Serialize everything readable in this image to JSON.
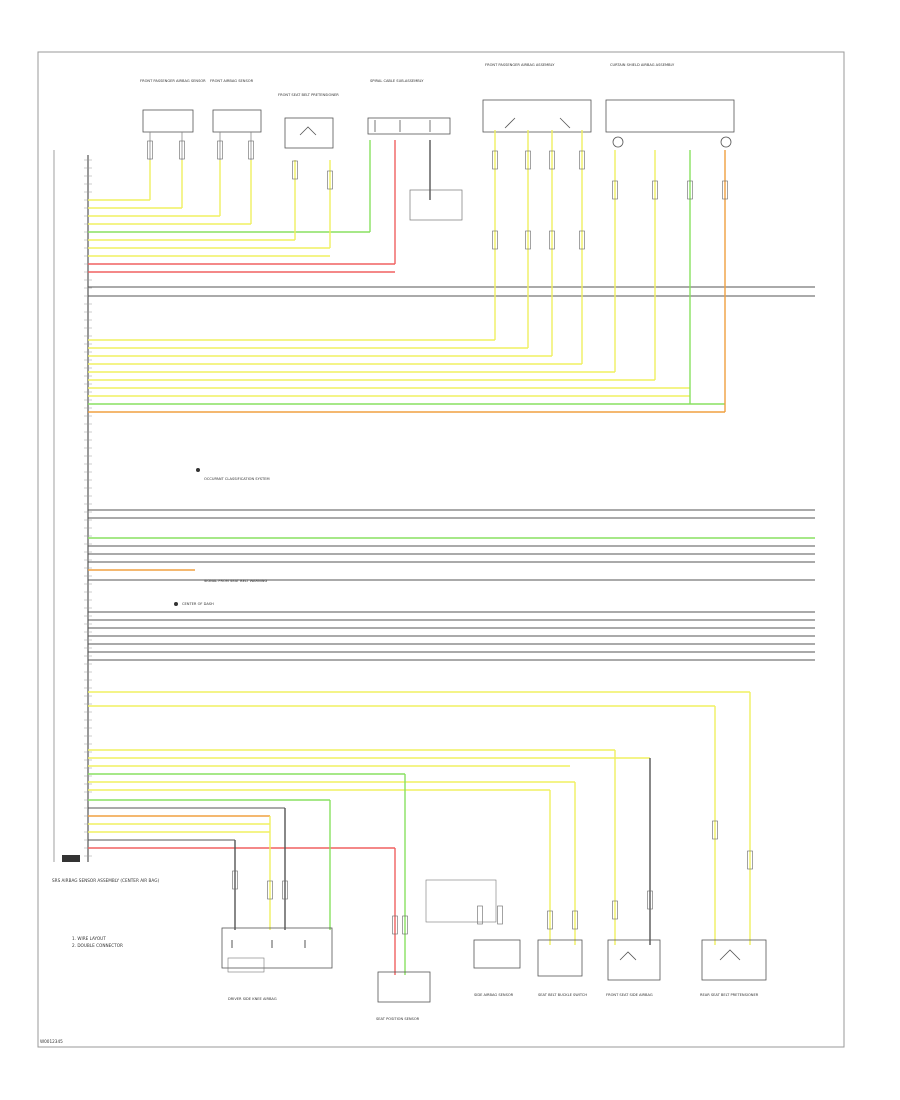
{
  "ecu_label": "SRS AIRBAG SENSOR ASSEMBLY (CENTER AIR BAG)",
  "figure_id": "W0012345",
  "legend": [
    "1. WIRE LAYOUT",
    "2. DOUBLE CONNECTOR"
  ],
  "top_components": [
    "FRONT PASSENGER AIRBAG SENSOR",
    "FRONT AIRBAG SENSOR",
    "FRONT SEAT BELT PRETENSIONER",
    "SPIRAL CABLE SUB-ASSEMBLY",
    "FRONT PASSENGER AIRBAG ASSEMBLY",
    "CURTAIN SHIELD AIRBAG ASSEMBLY"
  ],
  "bottom_components": [
    "DRIVER SIDE KNEE AIRBAG",
    "SEAT POSITION SENSOR",
    "SIDE AIRBAG SENSOR",
    "SEAT BELT BUCKLE SWITCH",
    "FRONT SEAT SIDE AIRBAG",
    "REAR SEAT BELT PRETENSIONER"
  ],
  "middle_notes": [
    "OCCUPANT CLASSIFICATION SYSTEM",
    "SIGNAL FROM SEAT BELT WARNING",
    "CENTER OF DASH"
  ]
}
